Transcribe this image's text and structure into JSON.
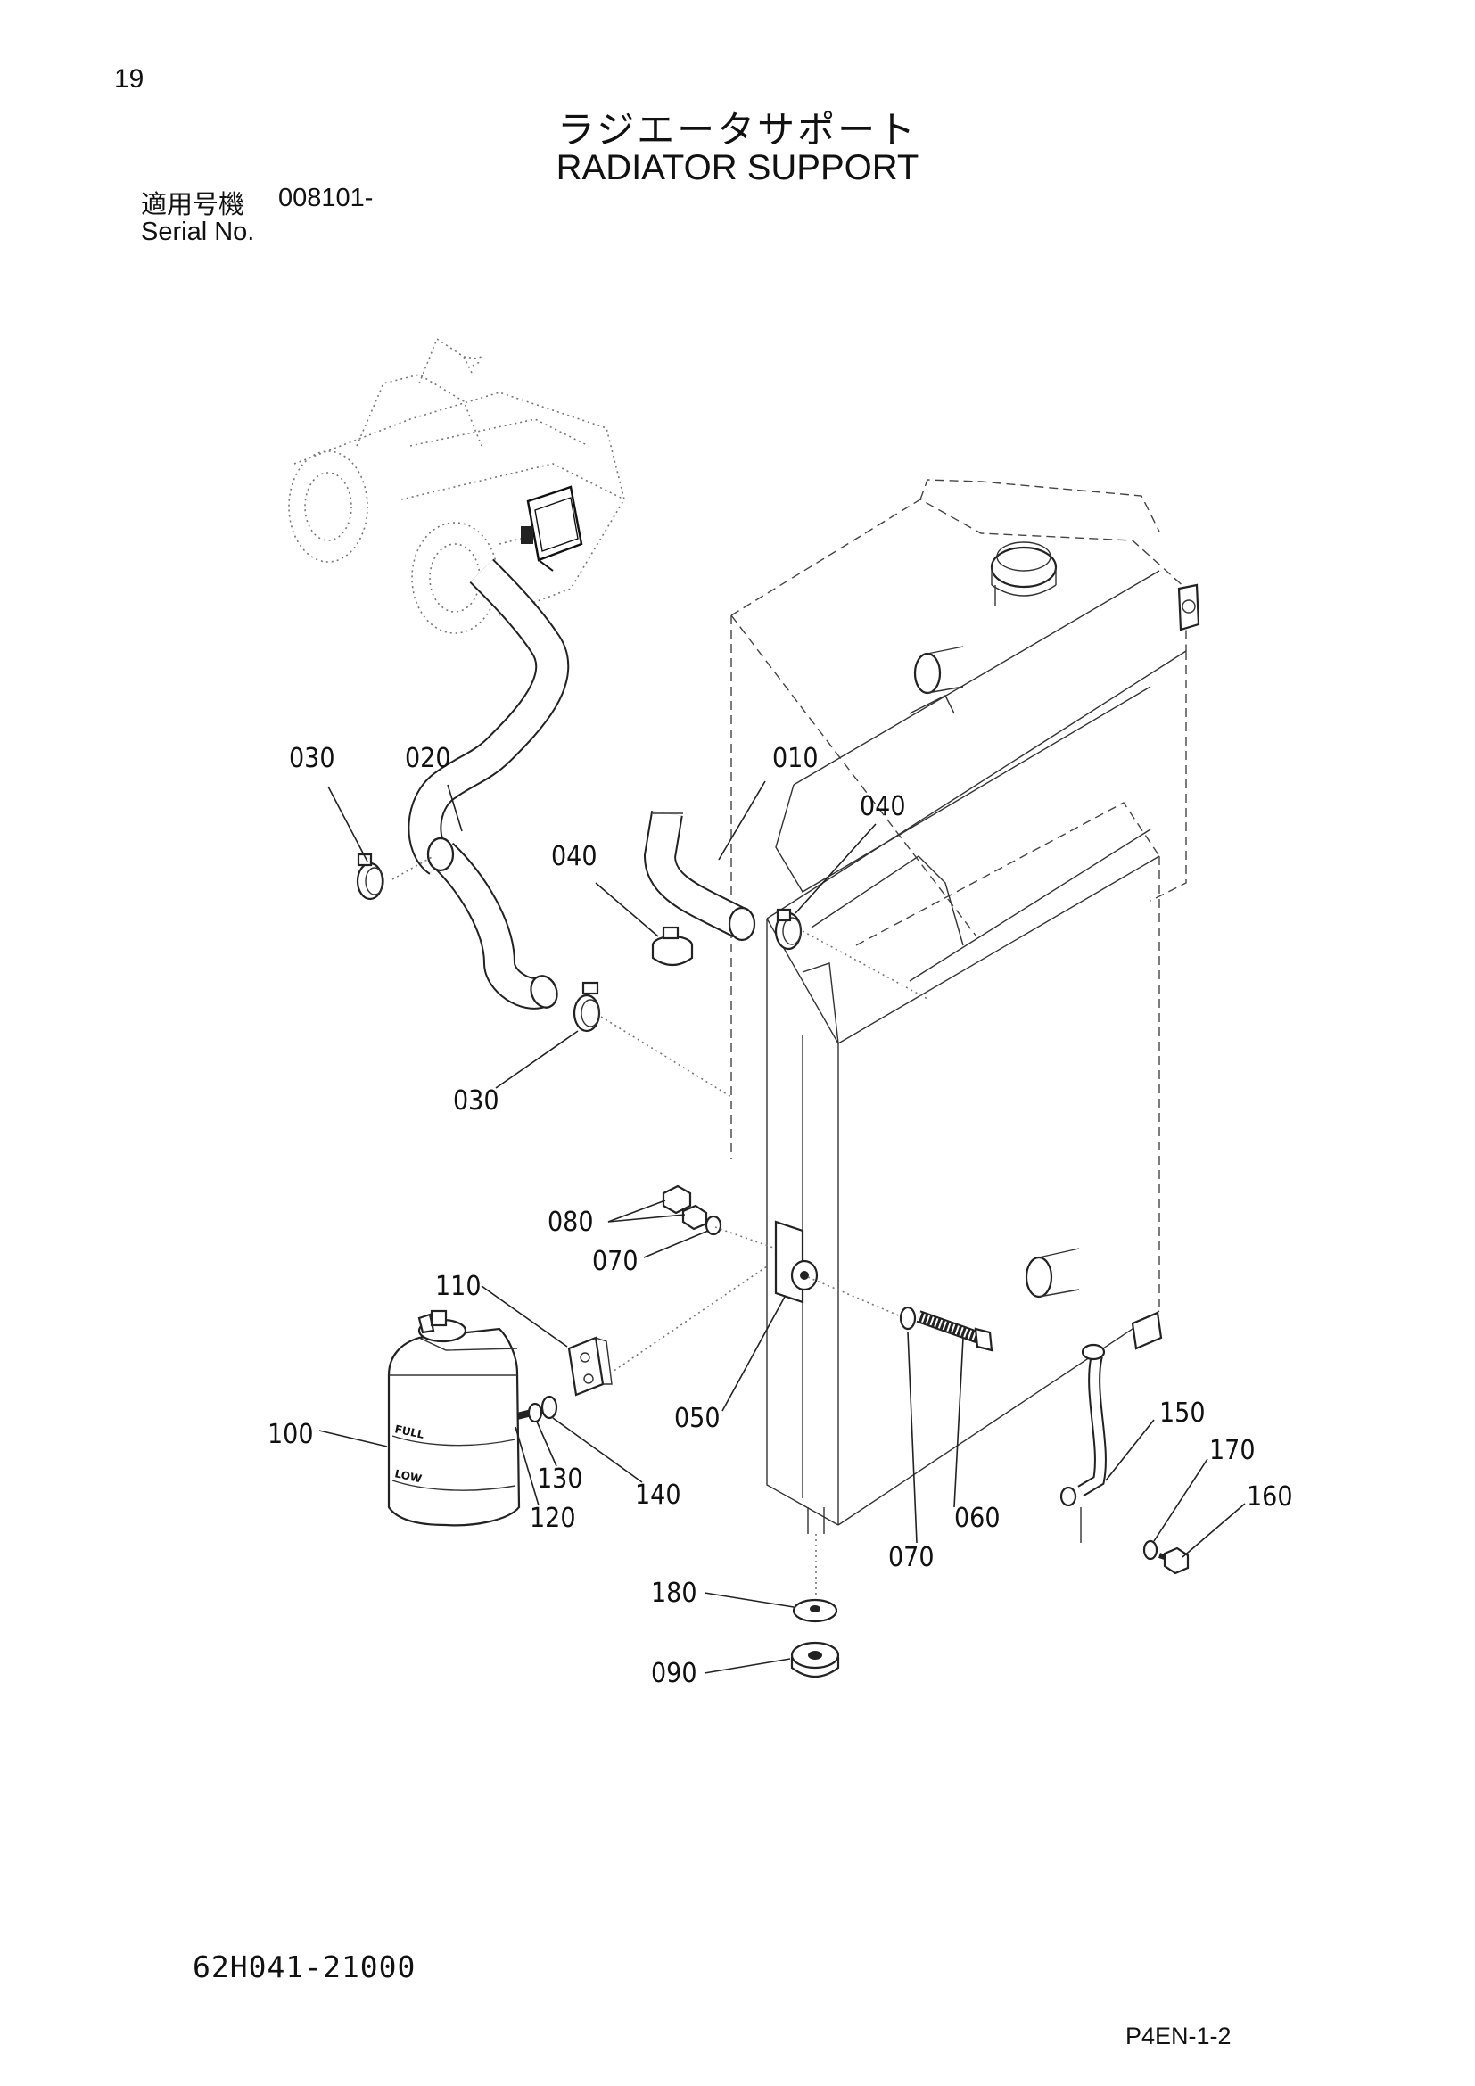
{
  "page": {
    "number": "19",
    "title_jp": "ラジエータサポート",
    "title_en": "RADIATOR SUPPORT",
    "serial_label_jp": "適用号機",
    "serial_value": "008101-",
    "serial_label_en": "Serial No.",
    "document_code": "62H041-21000",
    "page_code": "P4EN-1-2"
  },
  "callouts": [
    "030",
    "020",
    "010",
    "040",
    "040",
    "030",
    "080",
    "070",
    "110",
    "050",
    "060",
    "070",
    "100",
    "120",
    "130",
    "140",
    "150",
    "170",
    "160",
    "180",
    "090"
  ],
  "tank_labels": {
    "full": "FULL",
    "low": "LOW"
  }
}
